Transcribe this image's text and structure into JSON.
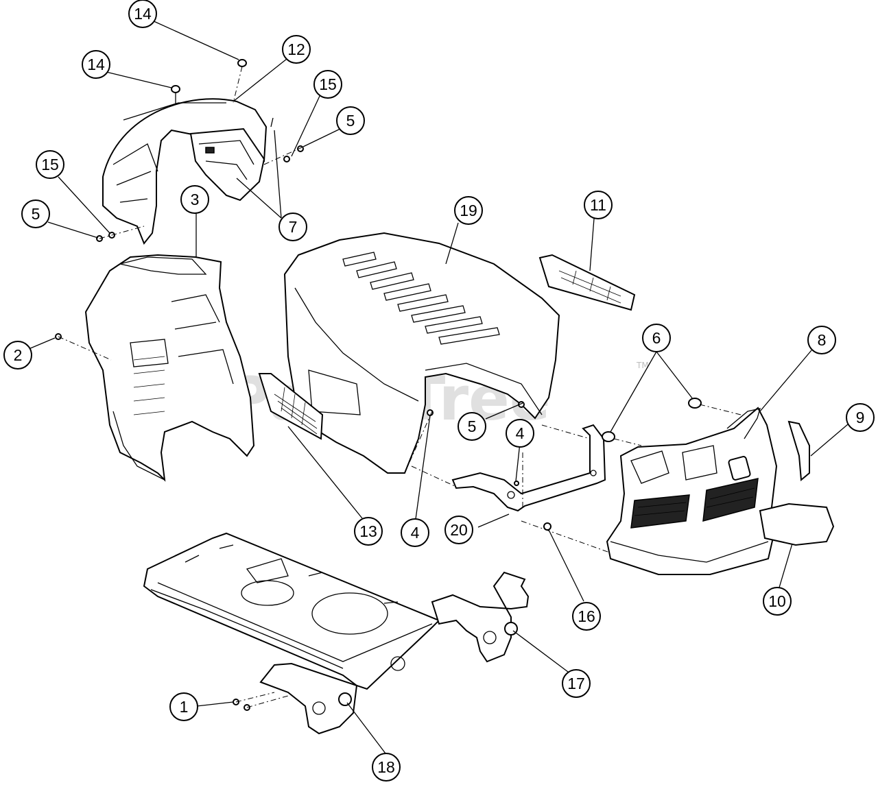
{
  "watermark": {
    "text": "PartsTree",
    "trademark": "TM"
  },
  "callouts": [
    {
      "id": "c-14a",
      "label": "14"
    },
    {
      "id": "c-14b",
      "label": "14"
    },
    {
      "id": "c-12",
      "label": "12"
    },
    {
      "id": "c-15a",
      "label": "15"
    },
    {
      "id": "c-5a",
      "label": "5"
    },
    {
      "id": "c-15b",
      "label": "15"
    },
    {
      "id": "c-5b",
      "label": "5"
    },
    {
      "id": "c-3",
      "label": "3"
    },
    {
      "id": "c-7",
      "label": "7"
    },
    {
      "id": "c-19",
      "label": "19"
    },
    {
      "id": "c-11",
      "label": "11"
    },
    {
      "id": "c-2",
      "label": "2"
    },
    {
      "id": "c-6",
      "label": "6"
    },
    {
      "id": "c-8",
      "label": "8"
    },
    {
      "id": "c-9",
      "label": "9"
    },
    {
      "id": "c-5c",
      "label": "5"
    },
    {
      "id": "c-4a",
      "label": "4"
    },
    {
      "id": "c-13",
      "label": "13"
    },
    {
      "id": "c-4b",
      "label": "4"
    },
    {
      "id": "c-20",
      "label": "20"
    },
    {
      "id": "c-16",
      "label": "16"
    },
    {
      "id": "c-10",
      "label": "10"
    },
    {
      "id": "c-17",
      "label": "17"
    },
    {
      "id": "c-1",
      "label": "1"
    },
    {
      "id": "c-18",
      "label": "18"
    }
  ]
}
